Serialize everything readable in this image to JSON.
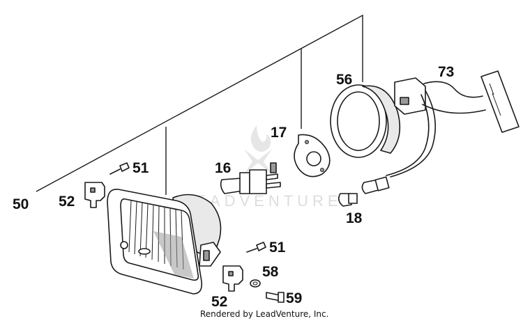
{
  "labels": {
    "p50": "50",
    "p51a": "51",
    "p51b": "51",
    "p52a": "52",
    "p52b": "52",
    "p16": "16",
    "p17": "17",
    "p56": "56",
    "p73": "73",
    "p18": "18",
    "p58": "58",
    "p59": "59"
  },
  "watermark": "LEADVENTURE",
  "footer": "Rendered by LeadVenture, Inc."
}
